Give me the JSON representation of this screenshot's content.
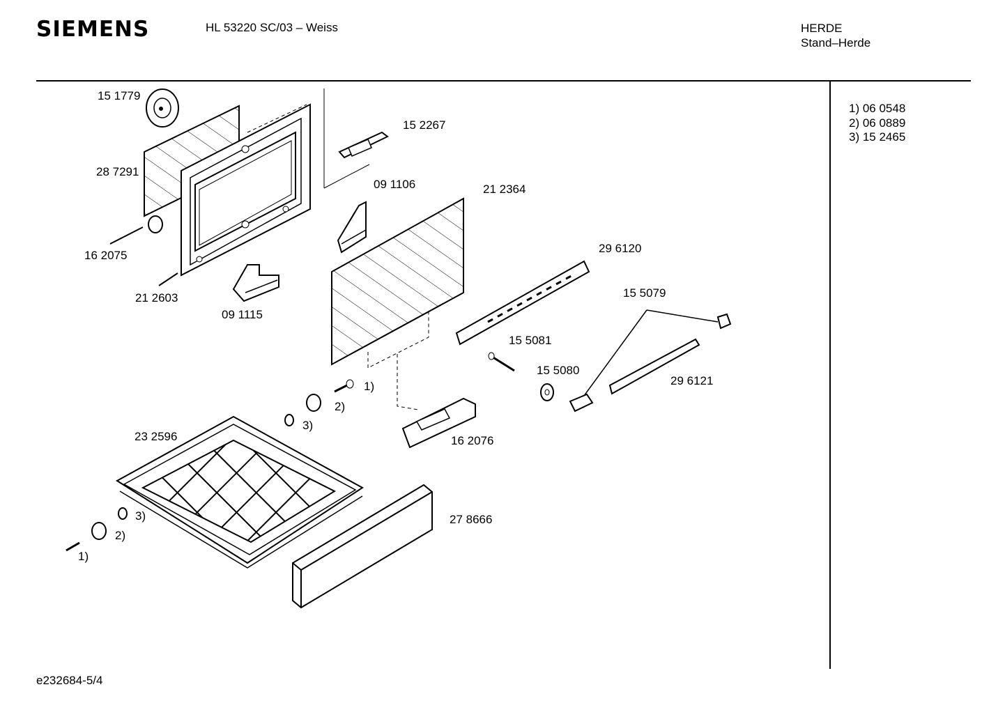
{
  "header": {
    "brand": "SIEMENS",
    "model": "HL 53220 SC/03 – Weiss",
    "category_line1": "HERDE",
    "category_line2": "Stand–Herde"
  },
  "notes": [
    "1) 06 0548",
    "2) 06 0889",
    "3) 15 2465"
  ],
  "parts": {
    "p151779": "15 1779",
    "p287291": "28 7291",
    "p162075": "16 2075",
    "p212603": "21 2603",
    "p091115": "09 1115",
    "p152267": "15 2267",
    "p091106": "09 1106",
    "p212364": "21 2364",
    "p296120": "29 6120",
    "p155079": "15 5079",
    "p155081": "15 5081",
    "p155080": "15 5080",
    "p296121": "29 6121",
    "p162076": "16 2076",
    "p232596": "23 2596",
    "p278666": "27 8666"
  },
  "callouts": {
    "c1a": "1)",
    "c2a": "2)",
    "c3a": "3)",
    "c1b": "1)",
    "c2b": "2)",
    "c3b": "3)"
  },
  "footer": {
    "code": "e232684-5/4"
  }
}
